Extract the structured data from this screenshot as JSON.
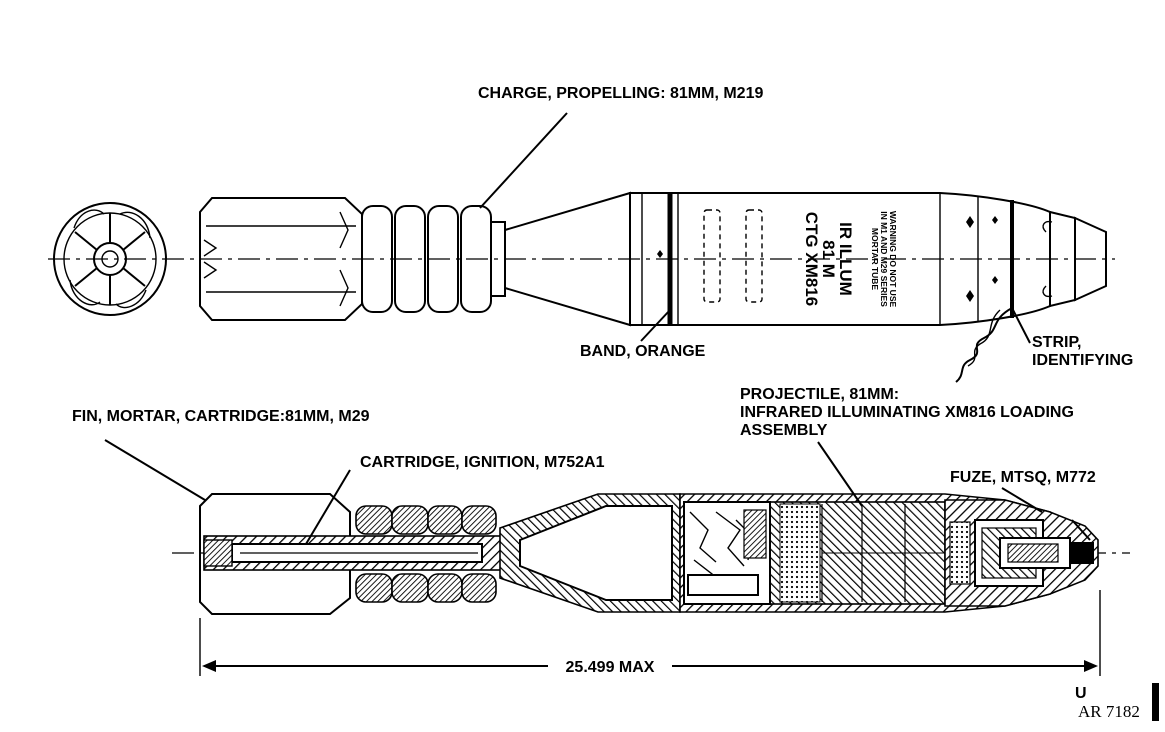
{
  "labels": {
    "charge_propelling": "CHARGE, PROPELLING: 81MM, M219",
    "band_orange": "BAND, ORANGE",
    "strip_identifying_1": "STRIP,",
    "strip_identifying_2": "IDENTIFYING",
    "projectile_1": "PROJECTILE, 81MM:",
    "projectile_2": "INFRARED ILLUMINATING XM816 LOADING",
    "projectile_3": "ASSEMBLY",
    "fin_mortar": "FIN, MORTAR, CARTRIDGE:81MM, M29",
    "cartridge_ignition": "CARTRIDGE, IGNITION, M752A1",
    "fuze": "FUZE, MTSQ, M772",
    "dimension": "25.499 MAX"
  },
  "body_marking": {
    "line1": "IR ILLUM",
    "line2": "81 M",
    "line3": "CTG  XM816"
  },
  "warning_text": {
    "line1": "WARNING DO NOT USE",
    "line2": "IN M1 AND M29 SERIES",
    "line3": "MORTAR TUBE"
  },
  "corner": {
    "marker": "U",
    "reference": "AR 7182"
  }
}
